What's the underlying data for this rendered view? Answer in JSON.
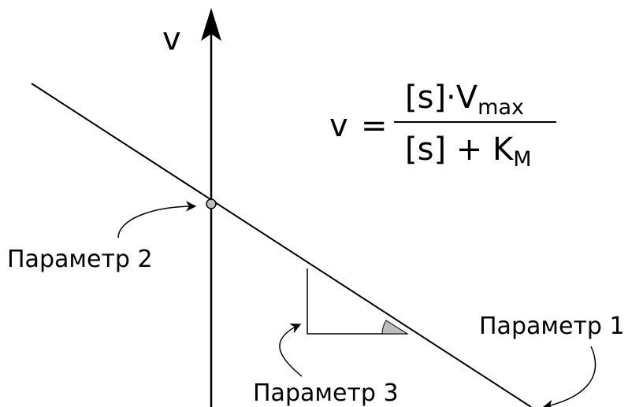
{
  "axis": {
    "y_label": "v"
  },
  "formula": {
    "lhs": "v",
    "equals": "=",
    "numerator_main": "[s]·V",
    "numerator_sub": "max",
    "denominator_main": "[s] + K",
    "denominator_sub": "M"
  },
  "labels": {
    "param1": "Параметр 1",
    "param2": "Параметр 2",
    "param3": "Параметр 3"
  },
  "colors": {
    "stroke": "#000000",
    "marker_fill": "#bdbdbd",
    "angle_fill": "#bdbdbd",
    "background": "#ffffff"
  }
}
